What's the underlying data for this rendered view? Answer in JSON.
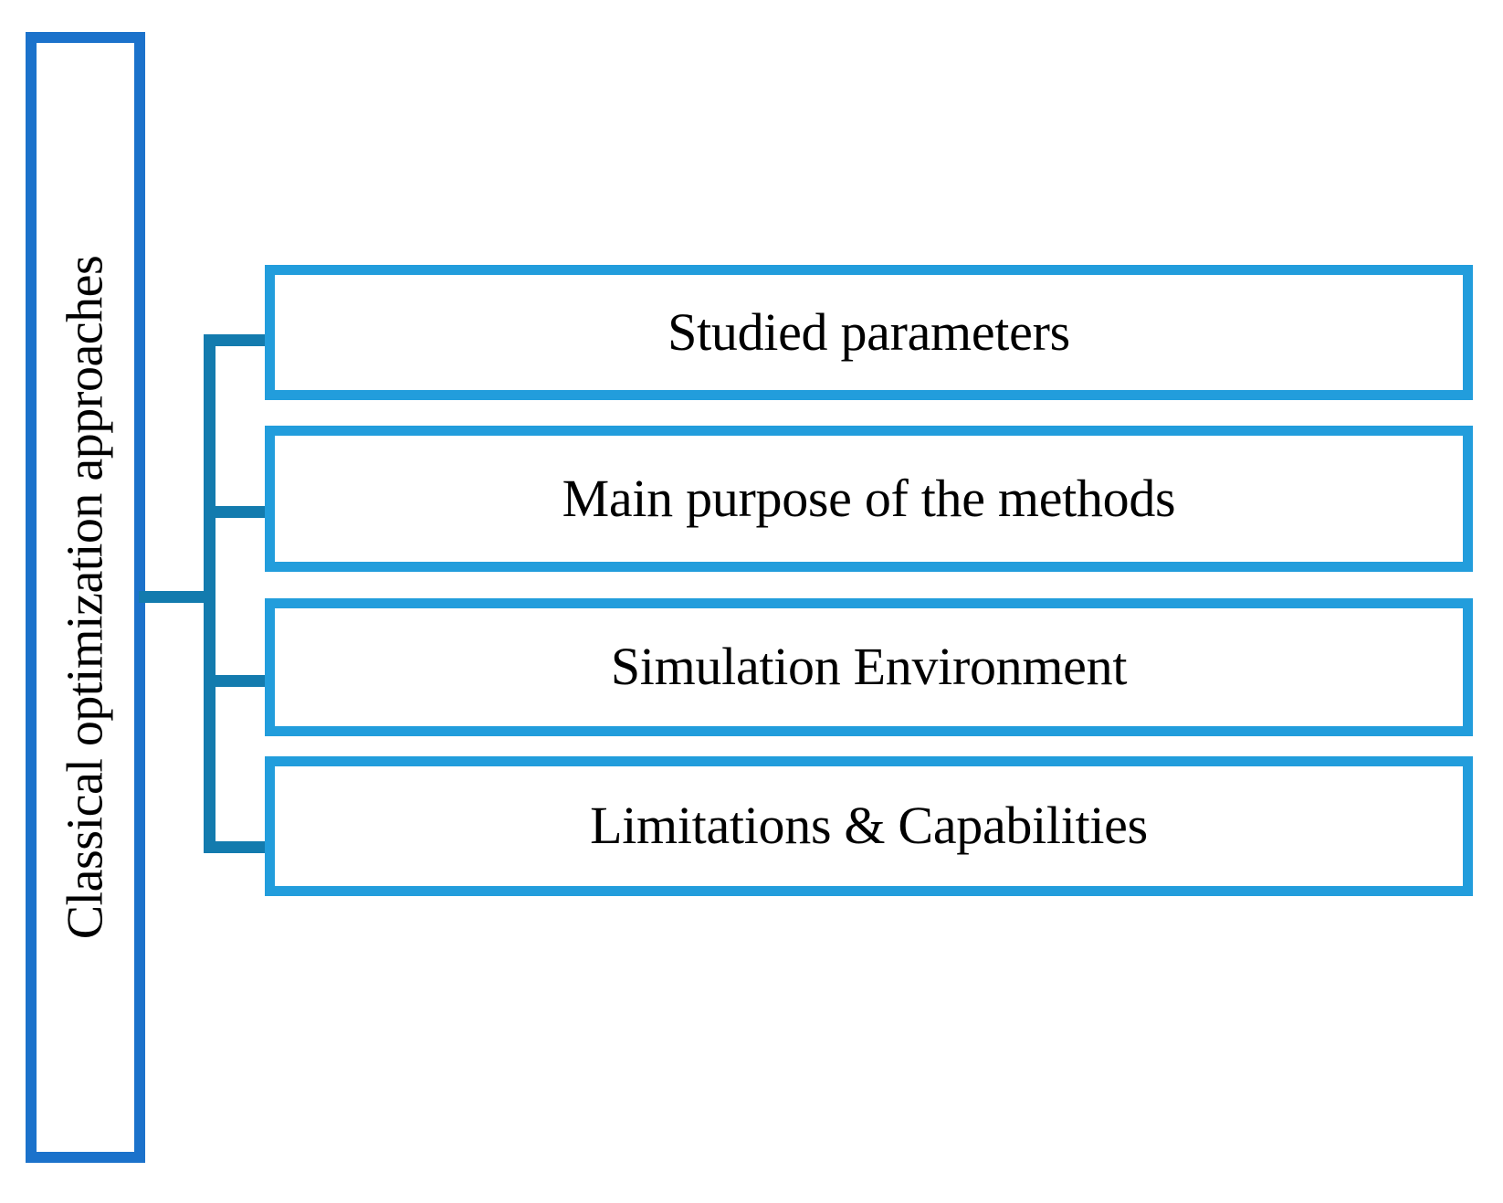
{
  "diagram": {
    "type": "tree",
    "orientation": "left-to-right",
    "title": "Classical optimization approaches",
    "root": {
      "label": "Classical optimization approaches",
      "text_orientation": "vertical-bottom-to-top",
      "border_color": "#1B72CB",
      "fill_color": "#FFFFFF",
      "text_color": "#000000"
    },
    "connector": {
      "color": "#137BAE",
      "style": "orthogonal-elbow"
    },
    "leaf_style": {
      "border_color": "#229DDC",
      "fill_color": "#FFFFFF",
      "text_color": "#000000"
    },
    "children": [
      {
        "label": "Studied parameters"
      },
      {
        "label": "Main purpose of the methods"
      },
      {
        "label": "Simulation Environment"
      },
      {
        "label": "Limitations & Capabilities"
      }
    ]
  }
}
